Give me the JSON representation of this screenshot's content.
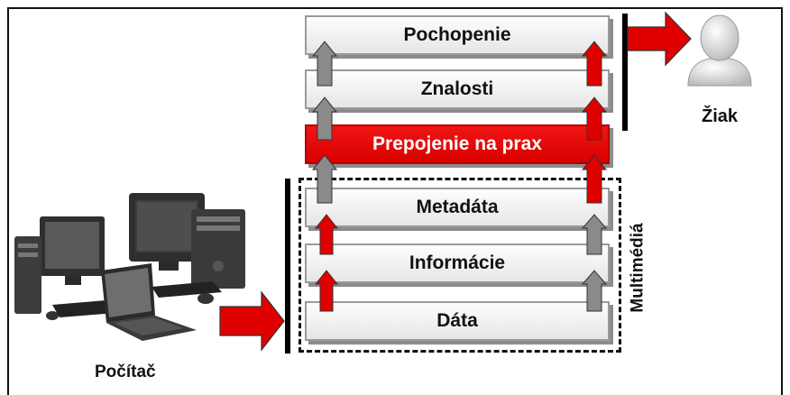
{
  "tiers": {
    "pochopenie": "Pochopenie",
    "znalosti": "Znalosti",
    "prepojenie": "Prepojenie na prax",
    "metadata": "Metadáta",
    "informacie": "Informácie",
    "data": "Dáta"
  },
  "labels": {
    "pocitac": "Počítač",
    "ziak": "Žiak",
    "multimedia": "Multimédiá"
  },
  "colors": {
    "red": "#e00000",
    "gray_arrow": "#8a8a8a",
    "tier_fill": "#f0f0f0"
  }
}
